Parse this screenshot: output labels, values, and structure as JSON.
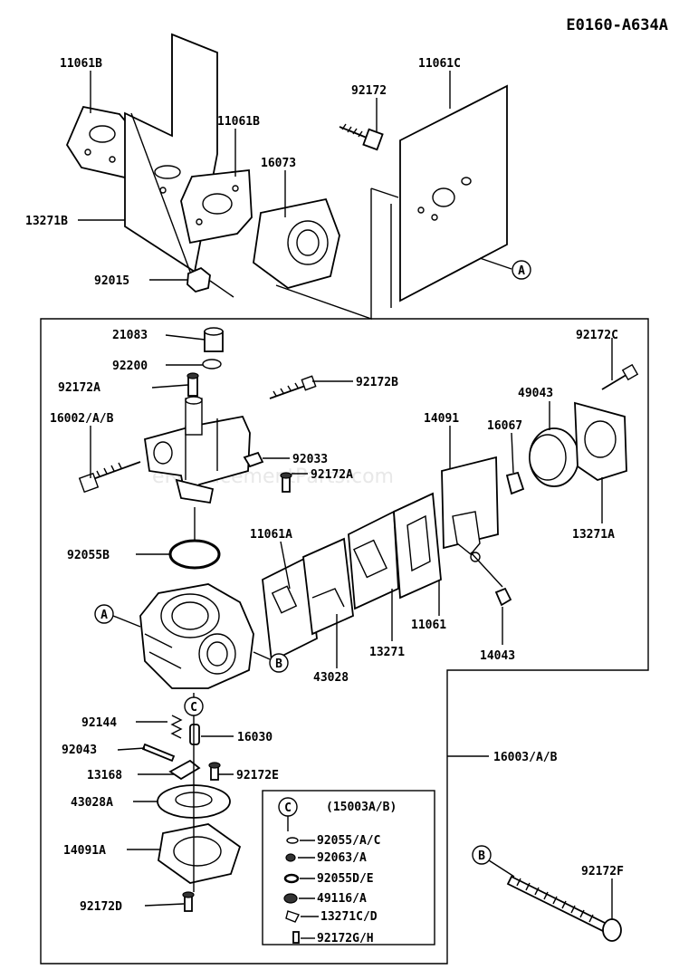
{
  "diagram_code": "E0160-A634A",
  "watermark": "eReplacementParts.com",
  "callout_letters": {
    "a": "A",
    "b": "B",
    "c": "C"
  },
  "labels": {
    "p11061b_top": "11061B",
    "p11061c": "11061C",
    "p92172": "92172",
    "p11061b_mid": "11061B",
    "p16073": "16073",
    "p13271b": "13271B",
    "p92015": "92015",
    "p21083": "21083",
    "p92172c": "92172C",
    "p92200": "92200",
    "p92172b": "92172B",
    "p92172a_1": "92172A",
    "p49043": "49043",
    "p14091": "14091",
    "p16067": "16067",
    "p16002": "16002/A/B",
    "p92033": "92033",
    "p92172a_2": "92172A",
    "p13271a": "13271A",
    "p92055b": "92055B",
    "p11061a": "11061A",
    "p11061": "11061",
    "p13271": "13271",
    "p14043": "14043",
    "p43028": "43028",
    "p92144": "92144",
    "p16030": "16030",
    "p92043": "92043",
    "p16003": "16003/A/B",
    "p13168": "13168",
    "p92172e": "92172E",
    "p43028a": "43028A",
    "p14091a": "14091A",
    "p92172d": "92172D",
    "p92172f": "92172F"
  },
  "kit_box": {
    "header": "(15003A/B)",
    "items": [
      "92055/A/C",
      "92063/A",
      "92055D/E",
      "49116/A",
      "13271C/D",
      "92172G/H"
    ]
  }
}
